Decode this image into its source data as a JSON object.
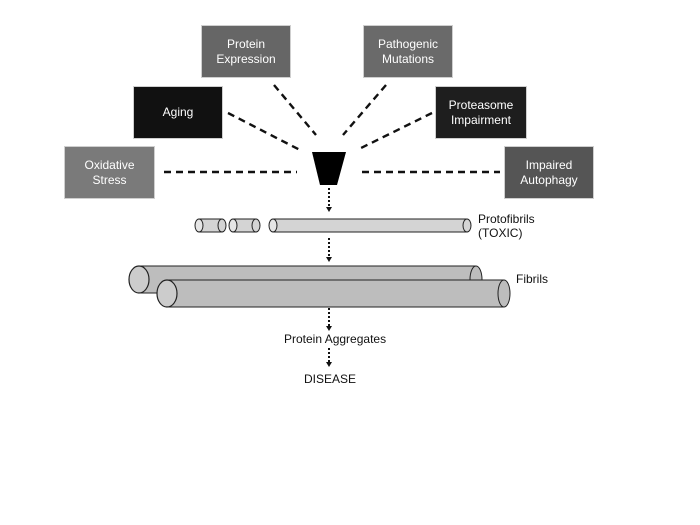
{
  "factors": {
    "protein_expression": "Protein\nExpression",
    "pathogenic_mutations": "Pathogenic\nMutations",
    "aging": "Aging",
    "proteasome_impairment": "Proteasome\nImpairment",
    "oxidative_stress": "Oxidative\nStress",
    "impaired_autophagy": "Impaired\nAutophagy"
  },
  "stages": {
    "protofibrils": "Protofibrils\n(TOXIC)",
    "fibrils": "Fibrils",
    "protein_aggregates": "Protein Aggregates",
    "disease": "DISEASE"
  },
  "colors": {
    "box_mid_gray": "#666666",
    "box_dark": "#111111",
    "box_dark_gray": "#333333",
    "box_light_gray": "#7a7a7a",
    "funnel": "#000000",
    "tube_fill": "#bdbdbd",
    "tube_thin_fill": "#d4d4d4",
    "tube_stroke": "#222222"
  }
}
